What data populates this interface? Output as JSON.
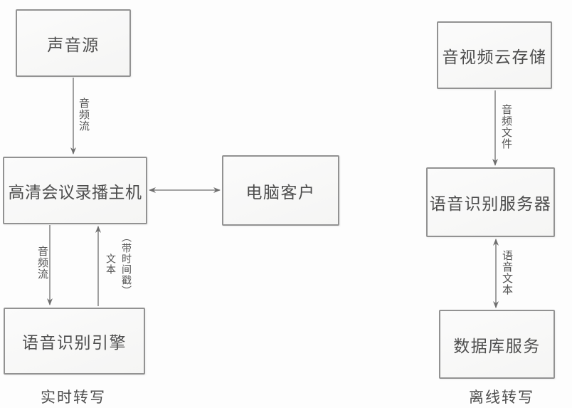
{
  "colors": {
    "background": "#fdfdfd",
    "box_fill": "#f7f7f6",
    "box_border": "#929292",
    "text": "#4d4d4d",
    "arrow": "#6e6e6e"
  },
  "realtime": {
    "caption": "实时转写",
    "nodes": {
      "sound_source": "声音源",
      "recording_host": "高清会议录播主机",
      "pc_client": "电脑客户",
      "asr_engine": "语音识别引擎"
    },
    "edges": {
      "audio_stream_top": "音频流",
      "audio_stream_bottom": "音频流",
      "timestamp_bracket": "（带时间戳）",
      "timestamp_text": "文本"
    }
  },
  "offline": {
    "caption": "离线转写",
    "nodes": {
      "cloud_storage": "音视频云存储",
      "asr_server": "语音识别服务器",
      "database_service": "数据库服务"
    },
    "edges": {
      "audio_file": "音频文件",
      "speech_text": "语音文本"
    }
  }
}
